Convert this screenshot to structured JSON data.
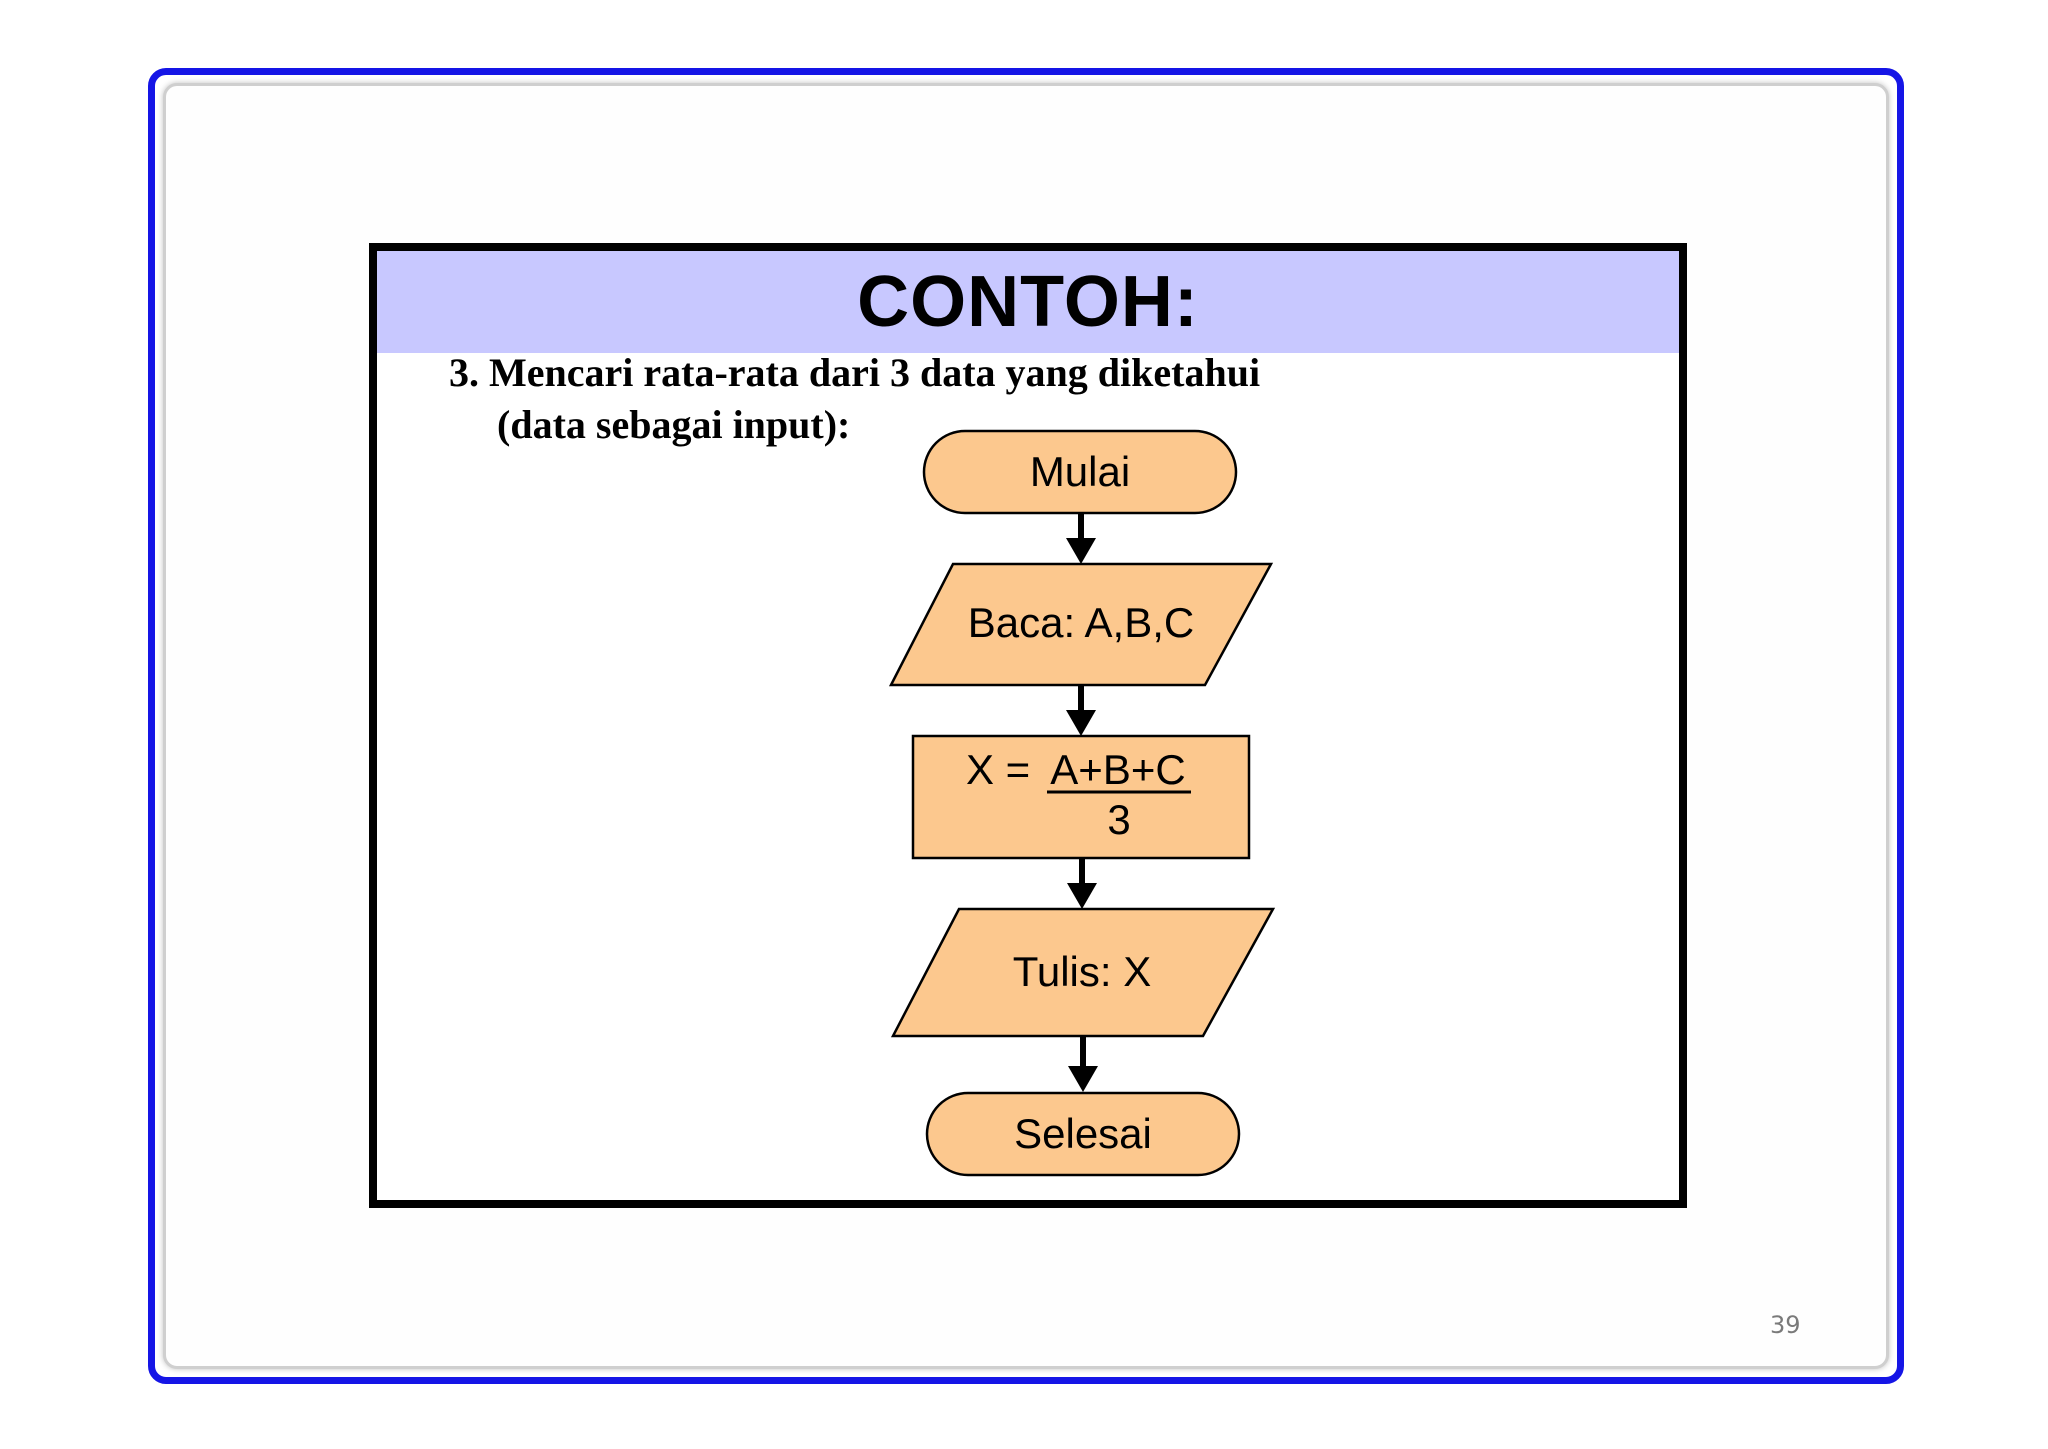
{
  "slide": {
    "header_title": "CONTOH:",
    "problem_line1": "3. Mencari rata-rata dari 3 data yang diketahui",
    "problem_line2": "(data sebagai input):",
    "page_number": "39"
  },
  "flowchart": {
    "start": "Mulai",
    "input": "Baca: A,B,C",
    "process_lhs": "X =",
    "process_numerator": "A+B+C",
    "process_denominator": "3",
    "output": "Tulis: X",
    "end": "Selesai"
  },
  "colors": {
    "frame": "#1515e6",
    "header_band": "#c8c8ff",
    "shape_fill": "#fcc88e",
    "border": "#000000"
  }
}
